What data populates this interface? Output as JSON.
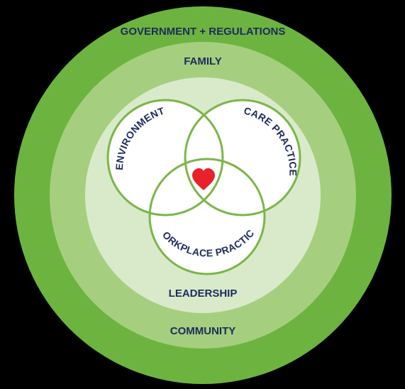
{
  "rings": {
    "government_regulations": "GOVERNMENT + REGULATIONS",
    "family": "FAMILY",
    "leadership": "LEADERSHIP",
    "community": "COMMUNITY"
  },
  "venn": {
    "environment": "ENVIRONMENT",
    "care_practice": "CARE PRACTICE",
    "workplace_practice": "WORKPLACE PRACTICE"
  },
  "center_icon": "heart-icon",
  "colors": {
    "background": "#000000",
    "outer_ring": "#6cb43f",
    "middle_ring": "#a5cf7e",
    "inner_ring": "#d9eacb",
    "venn_fill": "#ffffff",
    "venn_stroke": "#7ab648",
    "label_text": "#1d2a5c",
    "heart": "#e8212a"
  }
}
